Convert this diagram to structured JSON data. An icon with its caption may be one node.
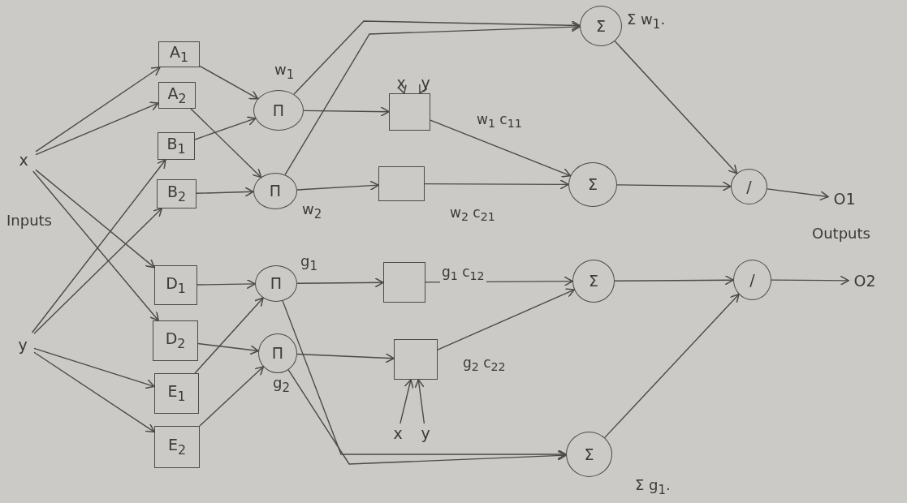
{
  "diagram": {
    "nodes": [
      {
        "text": [
          "x"
        ]
      },
      {
        "text": [
          "y"
        ]
      },
      {
        "text": [
          "A$_{1}$"
        ]
      },
      {
        "text": [
          "A$_{2}$"
        ]
      },
      {
        "text": [
          "B$_{1}$"
        ]
      },
      {
        "text": [
          "B$_{2}$"
        ]
      },
      {
        "text": [
          "D$_{1}$"
        ]
      },
      {
        "text": [
          "D$_{2}$"
        ]
      },
      {
        "text": [
          "E$_{1}$"
        ]
      },
      {
        "text": [
          "E$_{2}$"
        ]
      },
      {
        "text": [
          "Π"
        ],
        "beside": [
          "w$_{1}$"
        ]
      },
      {
        "text": [
          "Π"
        ],
        "beside": [
          "w$_{2}$"
        ]
      },
      {
        "text": [
          "Π"
        ],
        "beside": [
          "g$_{1}$"
        ]
      },
      {
        "text": [
          "Π"
        ],
        "beside": [
          "g$_{2}$"
        ]
      },
      {
        "text": [],
        "shape": "box"
      },
      {
        "text": [],
        "shape": "box"
      },
      {
        "text": [],
        "shape": "box"
      },
      {
        "text": [],
        "shape": "box"
      },
      {
        "text": [
          "Σ"
        ],
        "beside": [
          "Σ w$_{1}$."
        ]
      },
      {
        "text": [
          "Σ"
        ]
      },
      {
        "text": [
          "Σ"
        ]
      },
      {
        "text": [
          "Σ"
        ],
        "beside": [
          "Σ g$_{1}$."
        ]
      },
      {
        "text": [
          "/"
        ]
      },
      {
        "text": [
          "/"
        ]
      },
      {
        "text": [
          "O1"
        ]
      },
      {
        "text": [
          "O2"
        ]
      },
      {
        "text": [
          "x"
        ]
      },
      {
        "text": [
          "y"
        ]
      },
      {
        "text": [
          "x"
        ]
      },
      {
        "text": [
          "y"
        ]
      }
    ],
    "edges": [
      {
        "from": 0,
        "to": 2,
        "arrow": "to"
      },
      {
        "from": 0,
        "to": 3,
        "arrow": "to"
      },
      {
        "from": 0,
        "to": 6,
        "arrow": "to"
      },
      {
        "from": 0,
        "to": 7,
        "arrow": "to"
      },
      {
        "from": 1,
        "to": 4,
        "arrow": "to"
      },
      {
        "from": 1,
        "to": 5,
        "arrow": "to"
      },
      {
        "from": 1,
        "to": 8,
        "arrow": "to"
      },
      {
        "from": 1,
        "to": 9,
        "arrow": "to"
      },
      {
        "from": 2,
        "to": 10,
        "arrow": "to"
      },
      {
        "from": 3,
        "to": 11,
        "arrow": "to"
      },
      {
        "from": 4,
        "to": 10,
        "arrow": "to"
      },
      {
        "from": 5,
        "to": 11,
        "arrow": "to"
      },
      {
        "from": 6,
        "to": 12,
        "arrow": "to"
      },
      {
        "from": 7,
        "to": 13,
        "arrow": "to"
      },
      {
        "from": 8,
        "to": 12,
        "arrow": "to"
      },
      {
        "from": 9,
        "to": 13,
        "arrow": "to"
      },
      {
        "from": 10,
        "to": 14,
        "arrow": "to"
      },
      {
        "from": 11,
        "to": 15,
        "arrow": "to"
      },
      {
        "from": 12,
        "to": 16,
        "arrow": "to"
      },
      {
        "from": 13,
        "to": 17,
        "arrow": "to"
      },
      {
        "from": 10,
        "to": 18,
        "arrow": "to"
      },
      {
        "from": 11,
        "to": 18,
        "arrow": "to"
      },
      {
        "from": 12,
        "to": 21,
        "arrow": "to"
      },
      {
        "from": 13,
        "to": 21,
        "arrow": "to"
      },
      {
        "from": 14,
        "to": 19,
        "arrow": "to",
        "label": "w$_{1}$ c$_{11}$"
      },
      {
        "from": 15,
        "to": 19,
        "arrow": "to",
        "label": "w$_{2}$ c$_{21}$"
      },
      {
        "from": 16,
        "to": 20,
        "arrow": "to",
        "label": "g$_{1}$ c$_{12}$"
      },
      {
        "from": 17,
        "to": 20,
        "arrow": "to",
        "label": "g$_{2}$ c$_{22}$"
      },
      {
        "from": 18,
        "to": 22,
        "arrow": "to"
      },
      {
        "from": 19,
        "to": 22,
        "arrow": "to"
      },
      {
        "from": 20,
        "to": 23,
        "arrow": "to"
      },
      {
        "from": 21,
        "to": 23,
        "arrow": "to"
      },
      {
        "from": 22,
        "to": 24,
        "arrow": "to"
      },
      {
        "from": 23,
        "to": 25,
        "arrow": "to"
      },
      {
        "from": 26,
        "to": 14,
        "arrow": "to"
      },
      {
        "from": 27,
        "to": 14,
        "arrow": "to"
      },
      {
        "from": 28,
        "to": 17,
        "arrow": "to"
      },
      {
        "from": 29,
        "to": 17,
        "arrow": "to"
      }
    ],
    "labels": [
      "Inputs",
      "Outputs"
    ]
  }
}
